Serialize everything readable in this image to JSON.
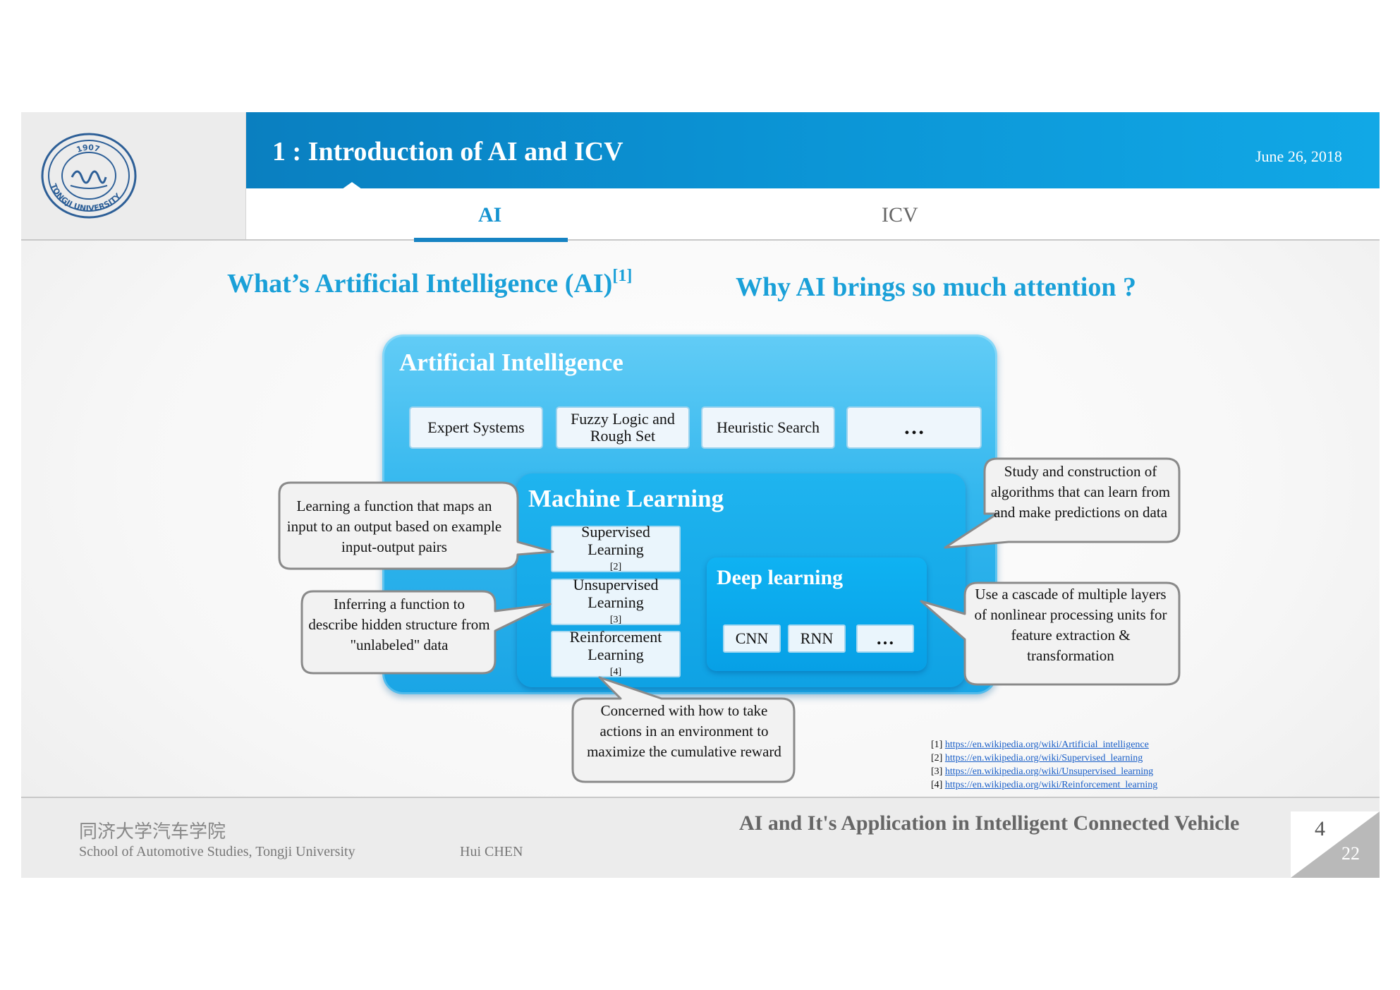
{
  "header": {
    "title": "1 : Introduction of AI and ICV",
    "date": "June 26, 2018",
    "logo_text": "TONGJI UNIVERSITY",
    "logo_year": "1907"
  },
  "tabs": [
    {
      "label": "AI",
      "active": true
    },
    {
      "label": "ICV",
      "active": false
    }
  ],
  "headings": {
    "what": "What’s Artificial Intelligence (AI)",
    "what_ref": "[1]",
    "why": "Why AI brings so much attention ?"
  },
  "diagram": {
    "ai_label": "Artificial Intelligence",
    "ai_techniques": [
      "Expert Systems",
      "Fuzzy Logic and Rough Set",
      "Heuristic Search",
      "…"
    ],
    "ml_label": "Machine Learning",
    "ml_items": [
      {
        "label": "Supervised Learning",
        "ref": "[2]"
      },
      {
        "label": "Unsupervised Learning",
        "ref": "[3]"
      },
      {
        "label": "Reinforcement Learning",
        "ref": "[4]"
      }
    ],
    "dl_label": "Deep learning",
    "dl_items": [
      "CNN",
      "RNN",
      "…"
    ]
  },
  "callouts": {
    "supervised": "Learning a function that maps an input to an output based on example input-output pairs",
    "machine_learning": "Study and construction of algorithms that can learn from and make predictions on data",
    "unsupervised": "Inferring a function to describe hidden structure from \"unlabeled\" data",
    "deep_learning": "Use a cascade of multiple layers of nonlinear processing units for feature extraction & transformation",
    "reinforcement": "Concerned with how to take actions in an environment to maximize the cumulative reward"
  },
  "references": [
    {
      "id": "[1]",
      "url": "https://en.wikipedia.org/wiki/Artificial_intelligence"
    },
    {
      "id": "[2]",
      "url": "https://en.wikipedia.org/wiki/Supervised_learning"
    },
    {
      "id": "[3]",
      "url": "https://en.wikipedia.org/wiki/Unsupervised_learning"
    },
    {
      "id": "[4]",
      "url": "https://en.wikipedia.org/wiki/Reinforcement_learning"
    }
  ],
  "footer": {
    "school_cn": "同济大学汽车学院",
    "school_en": "School of Automotive Studies, Tongji University",
    "author": "Hui CHEN",
    "course": "AI and It's Application in Intelligent Connected Vehicle",
    "page": "4",
    "total": "22"
  },
  "colors": {
    "title_bar": "#0b93d4",
    "heading": "#1aa0d8",
    "ai_box": "#33b7ee",
    "ml_box": "#0fa2e4",
    "dl_box": "#07a0e6"
  }
}
